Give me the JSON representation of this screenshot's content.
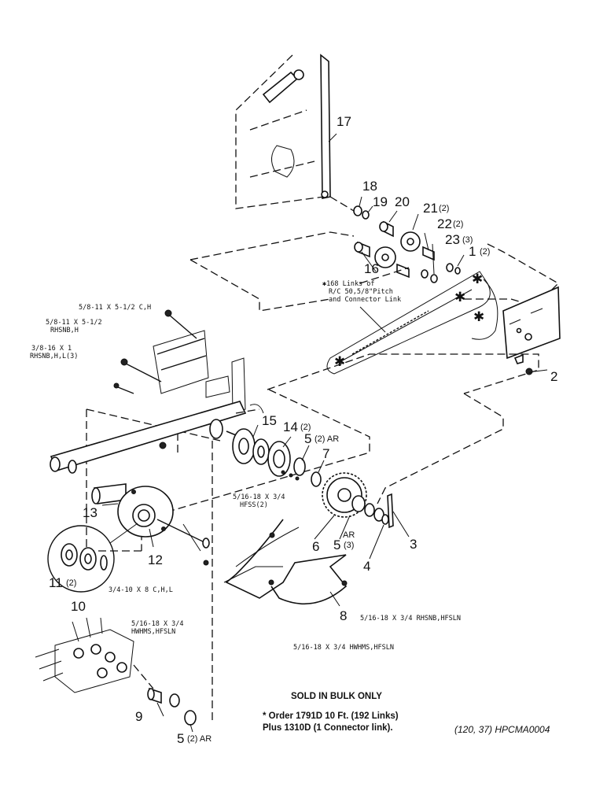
{
  "callouts": [
    {
      "num": "17",
      "qty": ""
    },
    {
      "num": "18",
      "qty": ""
    },
    {
      "num": "19",
      "qty": ""
    },
    {
      "num": "20",
      "qty": ""
    },
    {
      "num": "21",
      "qty": "(2)"
    },
    {
      "num": "22",
      "qty": "(2)"
    },
    {
      "num": "23",
      "qty": "(3)"
    },
    {
      "num": "1",
      "qty": "(2)"
    },
    {
      "num": "16",
      "qty": ""
    },
    {
      "num": "2",
      "qty": ""
    },
    {
      "num": "15",
      "qty": ""
    },
    {
      "num": "14",
      "qty": "(2)"
    },
    {
      "num": "5",
      "qty": "(2) AR"
    },
    {
      "num": "7",
      "qty": ""
    },
    {
      "num": "13",
      "qty": ""
    },
    {
      "num": "12",
      "qty": ""
    },
    {
      "num": "11",
      "qty": "(2)"
    },
    {
      "num": "10",
      "qty": ""
    },
    {
      "num": "6",
      "qty": ""
    },
    {
      "num": "5",
      "qty": "(3)"
    },
    {
      "num": "4",
      "qty": ""
    },
    {
      "num": "3",
      "qty": ""
    },
    {
      "num": "8",
      "qty": ""
    },
    {
      "num": "9",
      "qty": ""
    },
    {
      "num": "5",
      "qty": "(2) AR"
    }
  ],
  "chain_note": {
    "line1": "✱168 Links of",
    "line2": "R/C 50,5/8\"Pitch",
    "line3": "and Connector Link"
  },
  "ar_label": "AR",
  "specs": {
    "s1": "5/8-11 X 5-1/2 C,H",
    "s2a": "5/8-11 X 5-1/2",
    "s2b": "RHSNB,H",
    "s3a": "3/8-16 X 1",
    "s3b": "RHSNB,H,L(3)",
    "s4a": "5/16-18 X 3/4",
    "s4b": "HFSS(2)",
    "s5": "3/4-10 X 8 C,H,L",
    "s6a": "5/16-18 X 3/4",
    "s6b": "HWHMS,HFSLN",
    "s7": "5/16-18 X 3/4 RHSNB,HFSLN",
    "s8": "5/16-18 X 3/4 HWHMS,HFSLN"
  },
  "footer": {
    "bulk": "SOLD IN BULK ONLY",
    "order1": "*  Order 1791D 10 Ft. (192 Links)",
    "order2": "Plus 1310D (1 Connector link).",
    "ref": "(120, 37) HPCMA0004"
  }
}
